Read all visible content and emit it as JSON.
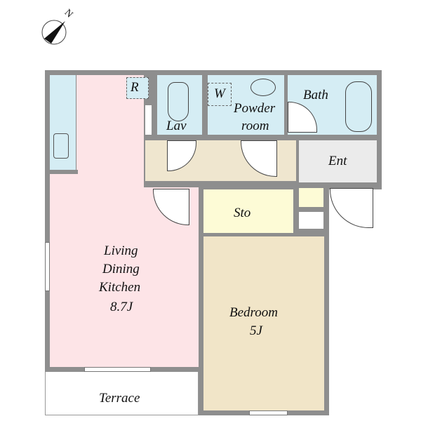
{
  "compass": {
    "label": "N"
  },
  "rooms": {
    "ldk": {
      "line1": "Living",
      "line2": "Dining",
      "line3": "Kitchen",
      "size": "8.7J"
    },
    "bedroom": {
      "name": "Bedroom",
      "size": "5J"
    },
    "lav": "Lav",
    "powder": {
      "line1": "Powder",
      "line2": "room"
    },
    "bath": "Bath",
    "ent": "Ent",
    "sto": "Sto",
    "terrace": "Terrace",
    "fridge": "R",
    "washer": "W"
  },
  "colors": {
    "wall": "#8e8e8e",
    "water": "#d5edf4",
    "ldk": "#fde4e7",
    "hall": "#efe6cf",
    "bedroom": "#f1e5c8",
    "storage": "#fdfbd6",
    "entrance": "#ebebeb"
  }
}
